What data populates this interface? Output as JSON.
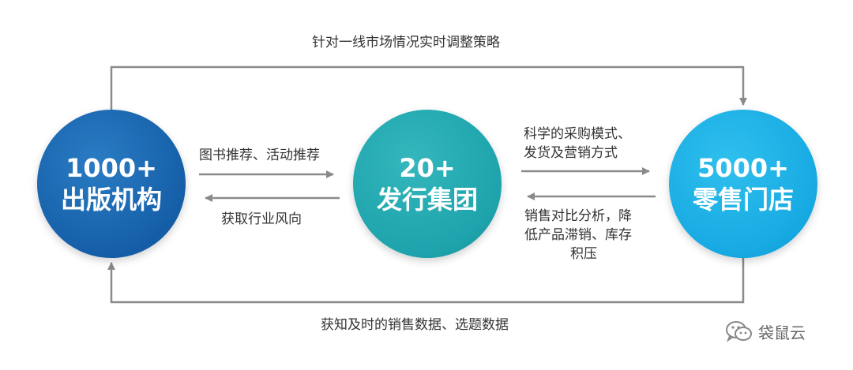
{
  "nodes": {
    "publishers": {
      "value": "1000+",
      "name": "出版机构"
    },
    "distributors": {
      "value": "20+",
      "name": "发行集团"
    },
    "retailers": {
      "value": "5000+",
      "name": "零售门店"
    }
  },
  "flows": {
    "top_loop": "针对一线市场情况实时调整策略",
    "bottom_loop": "获知及时的销售数据、选题数据",
    "a_to_b": "图书推荐、活动推荐",
    "b_to_a": "获取行业风向",
    "b_to_c": [
      "科学的采购模式、",
      "发货及营销方式"
    ],
    "c_to_b": [
      "销售对比分析，降",
      "低产品滞销、库存",
      "积压"
    ]
  },
  "watermark": {
    "text": "袋鼠云",
    "icon": "wechat-icon"
  },
  "colors": {
    "publishers": "#155fa8",
    "distributors": "#1ea3ac",
    "retailers": "#17a9e2",
    "arrow": "#8a8a8a"
  }
}
